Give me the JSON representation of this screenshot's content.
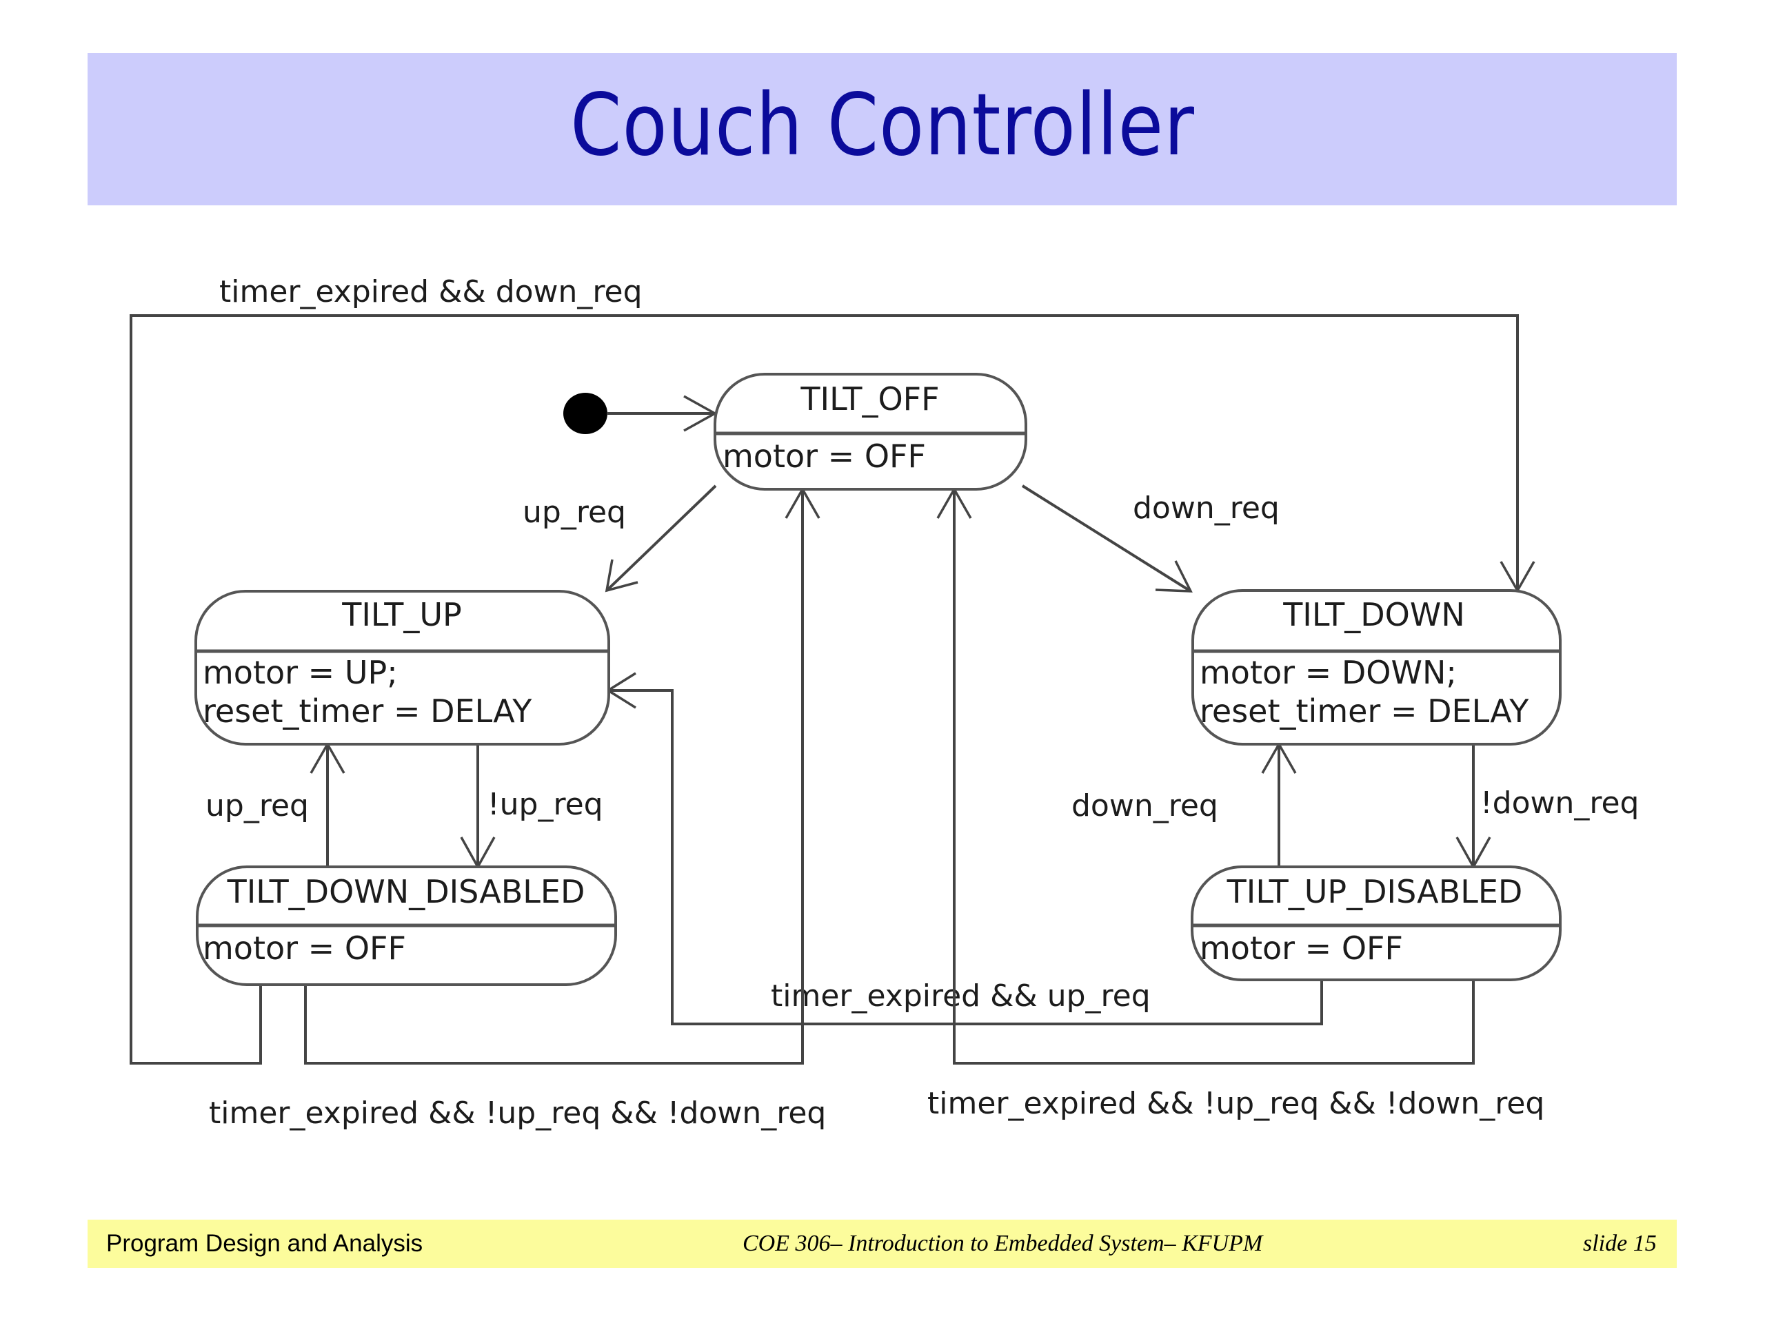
{
  "slide": {
    "title": "Couch Controller",
    "footer": {
      "left": "Program Design and Analysis",
      "center": "COE 306– Introduction to Embedded System– KFUPM",
      "right": "slide 15"
    },
    "colors": {
      "title_band": "#ccccfc",
      "title_text": "#0b0b9b",
      "footer_band": "#fcfc9c"
    }
  },
  "diagram": {
    "type": "state-machine",
    "initial_state": "TILT_OFF",
    "states": [
      {
        "id": "TILT_OFF",
        "name": "TILT_OFF",
        "actions": [
          "motor = OFF"
        ]
      },
      {
        "id": "TILT_UP",
        "name": "TILT_UP",
        "actions": [
          "motor = UP;",
          "reset_timer = DELAY"
        ]
      },
      {
        "id": "TILT_DOWN",
        "name": "TILT_DOWN",
        "actions": [
          "motor = DOWN;",
          "reset_timer = DELAY"
        ]
      },
      {
        "id": "TILT_DOWN_DISABLED",
        "name": "TILT_DOWN_DISABLED",
        "actions": [
          "motor = OFF"
        ]
      },
      {
        "id": "TILT_UP_DISABLED",
        "name": "TILT_UP_DISABLED",
        "actions": [
          "motor = OFF"
        ]
      }
    ],
    "transitions": [
      {
        "from": "TILT_OFF",
        "to": "TILT_UP",
        "label": "up_req"
      },
      {
        "from": "TILT_OFF",
        "to": "TILT_DOWN",
        "label": "down_req"
      },
      {
        "from": "TILT_UP",
        "to": "TILT_DOWN_DISABLED",
        "label": "!up_req"
      },
      {
        "from": "TILT_DOWN_DISABLED",
        "to": "TILT_UP",
        "label": "up_req"
      },
      {
        "from": "TILT_DOWN",
        "to": "TILT_UP_DISABLED",
        "label": "!down_req"
      },
      {
        "from": "TILT_UP_DISABLED",
        "to": "TILT_DOWN",
        "label": "down_req"
      },
      {
        "from": "TILT_DOWN_DISABLED",
        "to": "TILT_DOWN",
        "label": "timer_expired && down_req"
      },
      {
        "from": "TILT_UP_DISABLED",
        "to": "TILT_UP",
        "label": "timer_expired && up_req"
      },
      {
        "from": "TILT_DOWN_DISABLED",
        "to": "TILT_OFF",
        "label": "timer_expired && !up_req && !down_req"
      },
      {
        "from": "TILT_UP_DISABLED",
        "to": "TILT_OFF",
        "label": "timer_expired && !up_req && !down_req"
      }
    ]
  }
}
